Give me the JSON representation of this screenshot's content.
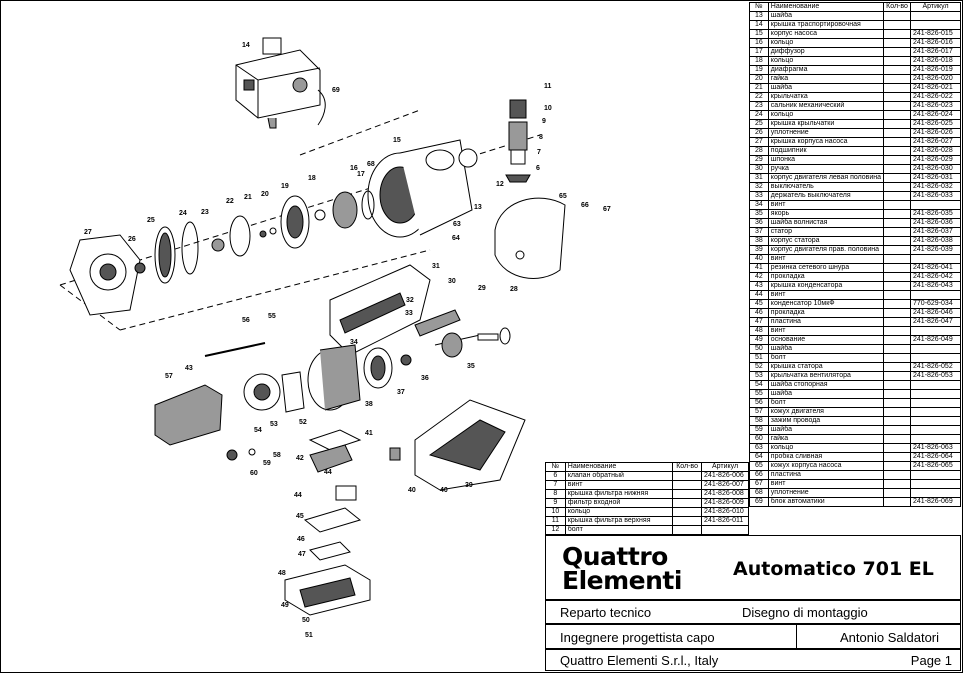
{
  "table_headers": {
    "num": "№",
    "name": "Наименование",
    "qty": "Кол-во",
    "article": "Артикул"
  },
  "parts_right": [
    {
      "n": "13",
      "name": "шайба",
      "art": ""
    },
    {
      "n": "14",
      "name": "крышка траспортировочная",
      "art": ""
    },
    {
      "n": "15",
      "name": "корпус насоса",
      "art": "241-826-015"
    },
    {
      "n": "16",
      "name": "кольцо",
      "art": "241-826-016"
    },
    {
      "n": "17",
      "name": "диффузор",
      "art": "241-826-017"
    },
    {
      "n": "18",
      "name": "кольцо",
      "art": "241-826-018"
    },
    {
      "n": "19",
      "name": "диафрагма",
      "art": "241-826-019"
    },
    {
      "n": "20",
      "name": "гайка",
      "art": "241-826-020"
    },
    {
      "n": "21",
      "name": "шайба",
      "art": "241-826-021"
    },
    {
      "n": "22",
      "name": "крыльчатка",
      "art": "241-826-022"
    },
    {
      "n": "23",
      "name": "сальник механический",
      "art": "241-826-023"
    },
    {
      "n": "24",
      "name": "кольцо",
      "art": "241-826-024"
    },
    {
      "n": "25",
      "name": "крышка крыльчатки",
      "art": "241-826-025"
    },
    {
      "n": "26",
      "name": "уплотнение",
      "art": "241-826-026"
    },
    {
      "n": "27",
      "name": "крышка корпуса насоса",
      "art": "241-826-027"
    },
    {
      "n": "28",
      "name": "подшипник",
      "art": "241-826-028"
    },
    {
      "n": "29",
      "name": "шпонка",
      "art": "241-826-029"
    },
    {
      "n": "30",
      "name": "ручка",
      "art": "241-826-030"
    },
    {
      "n": "31",
      "name": "корпус двигателя левая половина",
      "art": "241-826-031"
    },
    {
      "n": "32",
      "name": "выключатель",
      "art": "241-826-032"
    },
    {
      "n": "33",
      "name": "держатель выключателя",
      "art": "241-826-033"
    },
    {
      "n": "34",
      "name": "винт",
      "art": ""
    },
    {
      "n": "35",
      "name": "якорь",
      "art": "241-826-035"
    },
    {
      "n": "36",
      "name": "шайба волнистая",
      "art": "241-826-036"
    },
    {
      "n": "37",
      "name": "статор",
      "art": "241-826-037"
    },
    {
      "n": "38",
      "name": "корпус статора",
      "art": "241-826-038"
    },
    {
      "n": "39",
      "name": "корпус двигателя прав. половина",
      "art": "241-826-039"
    },
    {
      "n": "40",
      "name": "винт",
      "art": ""
    },
    {
      "n": "41",
      "name": "резинка сетевого шнура",
      "art": "241-826-041"
    },
    {
      "n": "42",
      "name": "прокладка",
      "art": "241-826-042"
    },
    {
      "n": "43",
      "name": "крышка конденсатора",
      "art": "241-826-043"
    },
    {
      "n": "44",
      "name": "винт",
      "art": ""
    },
    {
      "n": "45",
      "name": "конденсатор 10мкФ",
      "art": "770-629-034"
    },
    {
      "n": "46",
      "name": "прокладка",
      "art": "241-826-046"
    },
    {
      "n": "47",
      "name": "пластина",
      "art": "241-826-047"
    },
    {
      "n": "48",
      "name": "винт",
      "art": ""
    },
    {
      "n": "49",
      "name": "основание",
      "art": "241-826-049"
    },
    {
      "n": "50",
      "name": "шайба",
      "art": ""
    },
    {
      "n": "51",
      "name": "болт",
      "art": ""
    },
    {
      "n": "52",
      "name": "крышка статора",
      "art": "241-826-052"
    },
    {
      "n": "53",
      "name": "крыльчатка вентилятора",
      "art": "241-826-053"
    },
    {
      "n": "54",
      "name": "шайба стопорная",
      "art": ""
    },
    {
      "n": "55",
      "name": "шайба",
      "art": ""
    },
    {
      "n": "56",
      "name": "болт",
      "art": ""
    },
    {
      "n": "57",
      "name": "кожух двигателя",
      "art": ""
    },
    {
      "n": "58",
      "name": "зажим провода",
      "art": ""
    },
    {
      "n": "59",
      "name": "шайба",
      "art": ""
    },
    {
      "n": "60",
      "name": "гайка",
      "art": ""
    },
    {
      "n": "63",
      "name": "кольцо",
      "art": "241-826-063"
    },
    {
      "n": "64",
      "name": "пробка сливная",
      "art": "241-826-064"
    },
    {
      "n": "65",
      "name": "кожух корпуса насоса",
      "art": "241-826-065"
    },
    {
      "n": "66",
      "name": "пластина",
      "art": ""
    },
    {
      "n": "67",
      "name": "винт",
      "art": ""
    },
    {
      "n": "68",
      "name": "уплотнение",
      "art": ""
    },
    {
      "n": "69",
      "name": "блок автоматики",
      "art": "241-826-069"
    }
  ],
  "parts_left": [
    {
      "n": "6",
      "name": "клапан обратный",
      "art": "241-826-006"
    },
    {
      "n": "7",
      "name": "винт",
      "art": "241-826-007"
    },
    {
      "n": "8",
      "name": "крышка фильтра нижняя",
      "art": "241-826-008"
    },
    {
      "n": "9",
      "name": "фильтр входной",
      "art": "241-826-009"
    },
    {
      "n": "10",
      "name": "кольцо",
      "art": "241-826-010"
    },
    {
      "n": "11",
      "name": "крышка фильтра верхняя",
      "art": "241-826-011"
    },
    {
      "n": "12",
      "name": "болт",
      "art": ""
    }
  ],
  "title_block": {
    "logo_line1": "Quattro",
    "logo_line2": "Elementi",
    "model": "Automatico 701 EL",
    "department": "Reparto tecnico",
    "drawing_type": "Disegno di montaggio",
    "role": "Ingegnere progettista capo",
    "engineer": "Antonio Saldatori",
    "company": "Quattro Elementi S.r.l., Italy",
    "page": "Page 1"
  },
  "callouts": [
    "6",
    "7",
    "8",
    "9",
    "10",
    "11",
    "12",
    "13",
    "14",
    "15",
    "16",
    "17",
    "18",
    "19",
    "20",
    "21",
    "22",
    "23",
    "24",
    "25",
    "26",
    "27",
    "28",
    "29",
    "30",
    "31",
    "32",
    "33",
    "34",
    "35",
    "36",
    "37",
    "38",
    "39",
    "40",
    "40",
    "41",
    "42",
    "43",
    "44",
    "44",
    "45",
    "46",
    "47",
    "48",
    "49",
    "50",
    "51",
    "52",
    "53",
    "54",
    "55",
    "56",
    "57",
    "58",
    "59",
    "60",
    "63",
    "64",
    "65",
    "66",
    "67",
    "68",
    "69"
  ],
  "colors": {
    "line": "#000000",
    "fill_light": "#ffffff",
    "fill_dark": "#555555",
    "fill_mid": "#999999"
  }
}
